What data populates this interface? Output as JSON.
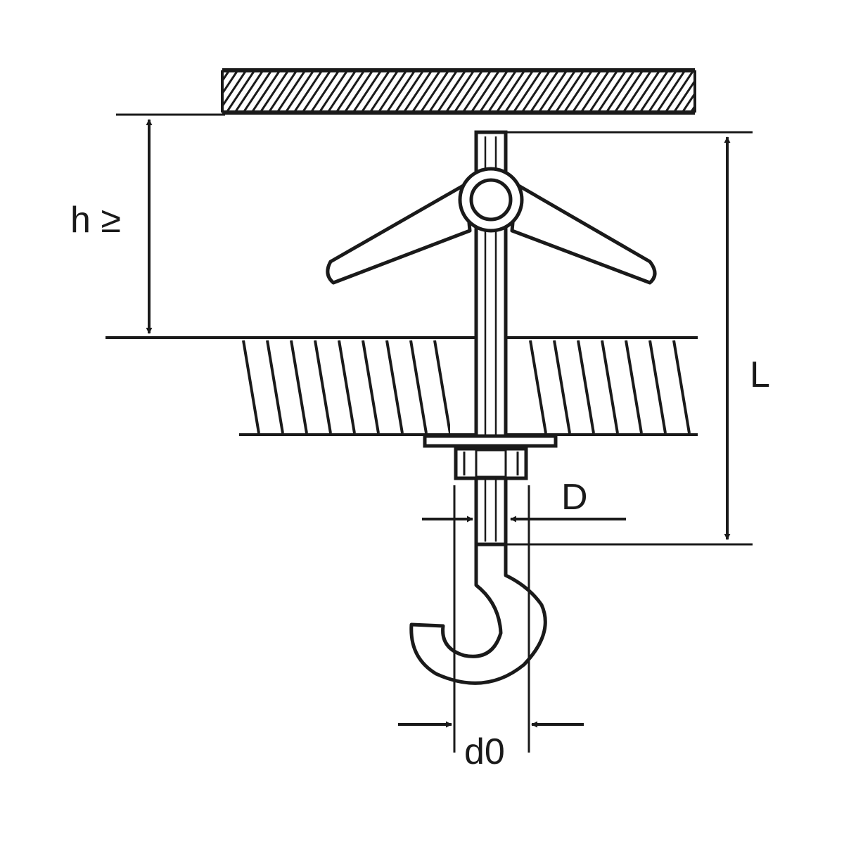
{
  "labels": {
    "h": "h ≥",
    "L": "L",
    "D": "D",
    "d0": "d0"
  },
  "colors": {
    "stroke": "#1a1a1a",
    "background": "#ffffff"
  }
}
